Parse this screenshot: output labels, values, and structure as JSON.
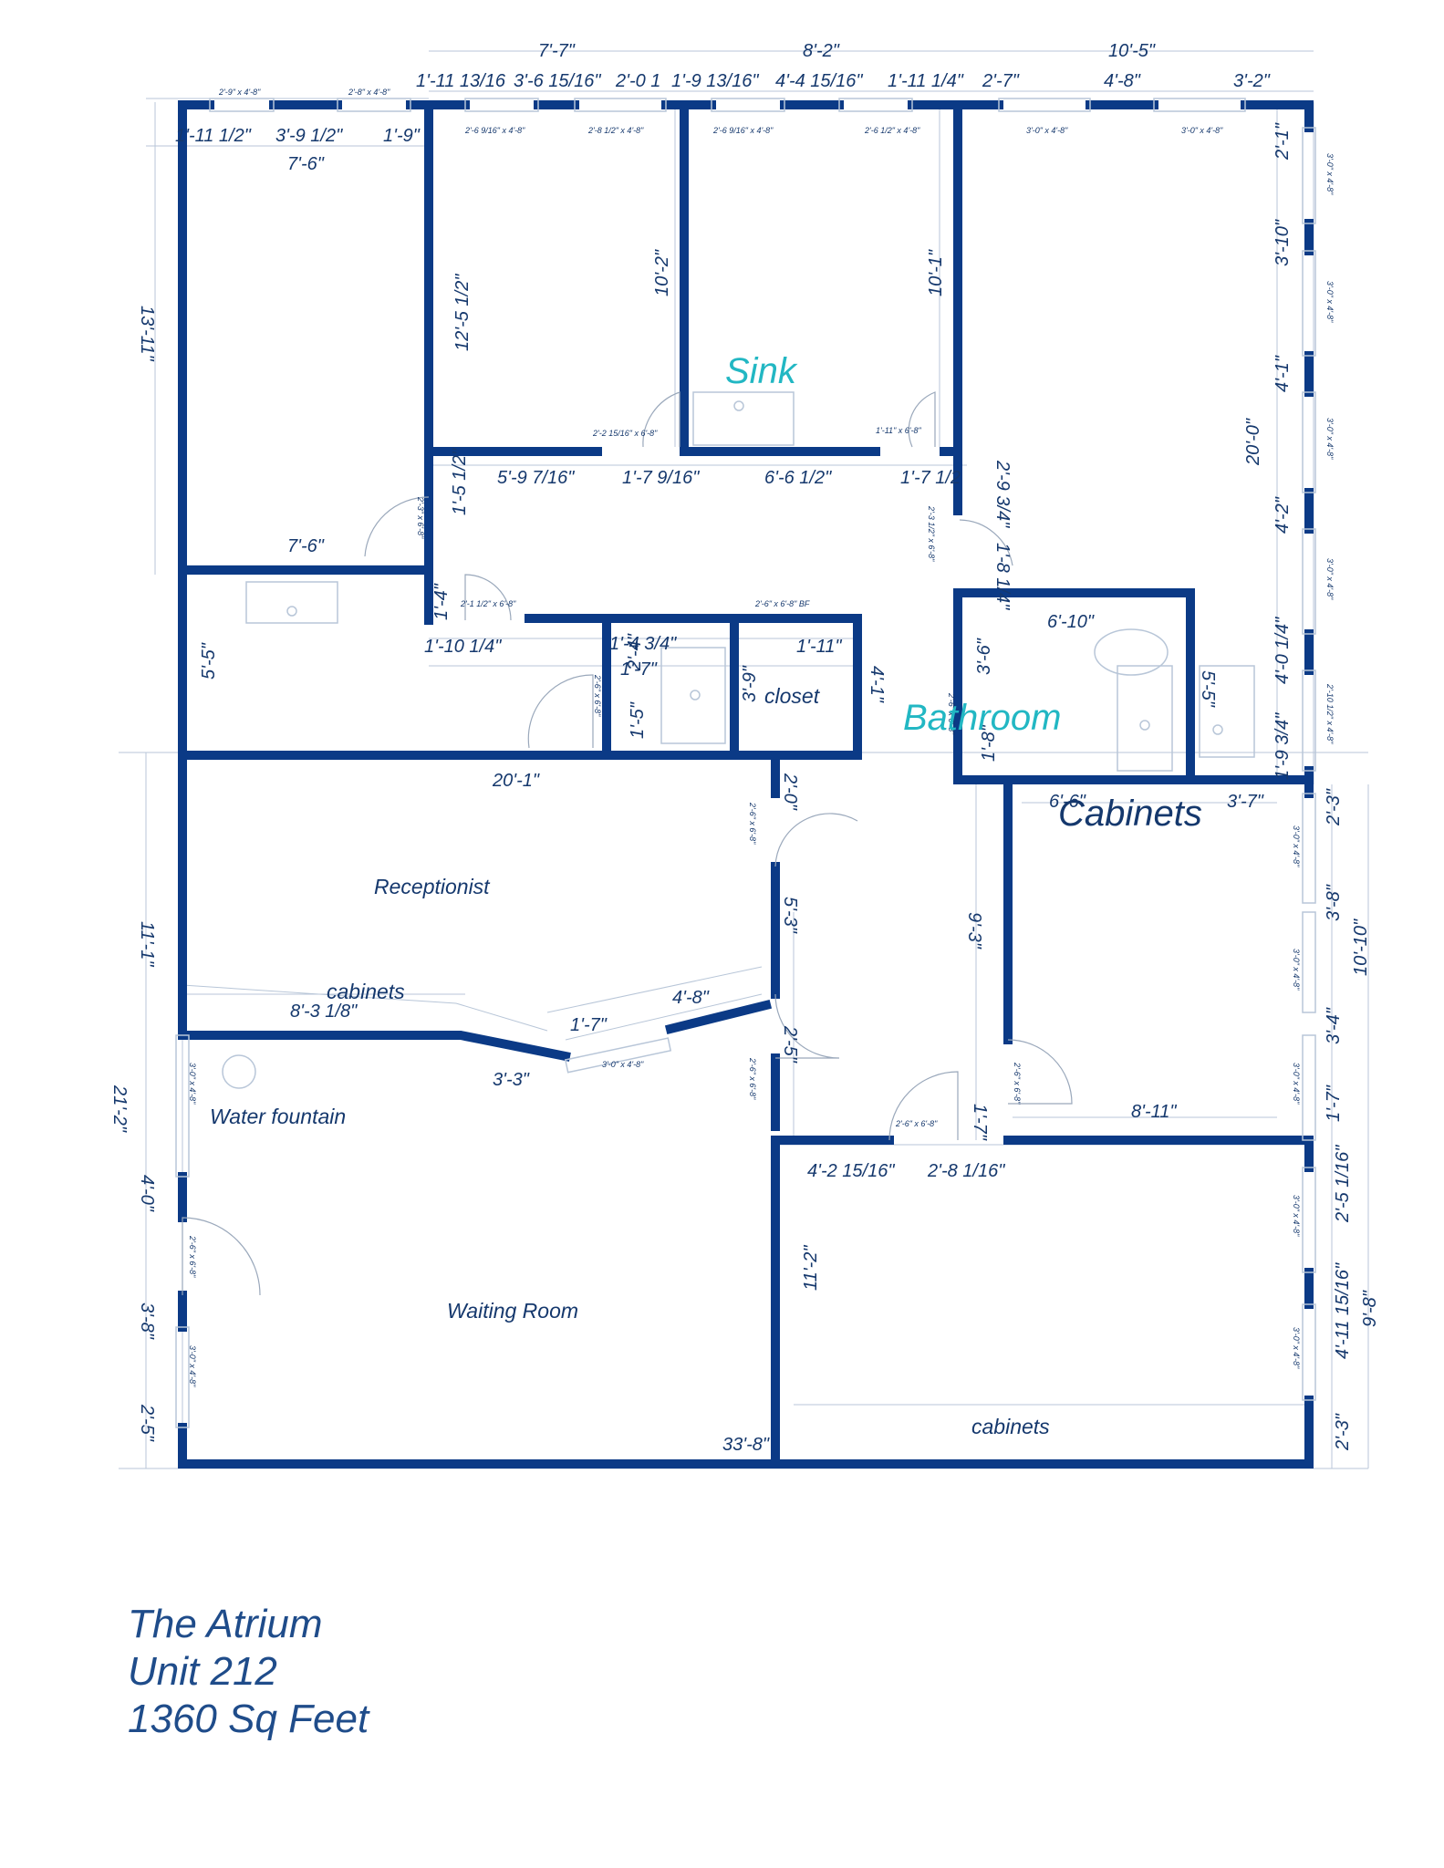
{
  "title_block": {
    "line1": "The Atrium",
    "line2": "Unit 212",
    "line3": "1360 Sq Feet"
  },
  "room_labels": {
    "sink": "Sink",
    "bathroom": "Bathroom",
    "cabinets_large": "Cabinets",
    "receptionist": "Receptionist",
    "cabinets_reception": "cabinets",
    "water_fountain": "Water fountain",
    "waiting_room": "Waiting Room",
    "closet": "closet",
    "cabinets_bottom": "cabinets"
  },
  "dimensions": {
    "top_overall": [
      "7'-7\"",
      "8'-2\"",
      "10'-5\""
    ],
    "top_row": [
      "1'-11 13/16",
      "3'-6 15/16\"",
      "2'-0 1",
      "1'-9 13/16\"",
      "4'-4 15/16\"",
      "1'-11 1/4\"",
      "2'-7\"",
      "4'-8\"",
      "3'-2\""
    ],
    "top_left": [
      "1'-11 1/2\"",
      "3'-9 1/2\"",
      "1'-9\""
    ],
    "room1_width": "7'-6\"",
    "room1_height": "13'-11\"",
    "room2_height": "12'-5 1/2\"",
    "room2_right": "10'-2\"",
    "room3_right": "10'-1\"",
    "right_wall_total": "20'-0\"",
    "right_segments": [
      "2'-1\"",
      "3'-10\"",
      "4'-1\"",
      "4'-2\"",
      "4'-0 1/4\"",
      "1'-9 3/4\""
    ],
    "hall_row": [
      "5'-9 7/16\"",
      "1'-7 9/16\"",
      "6'-6 1/2\"",
      "1'-7 1/2"
    ],
    "hall_vertical": [
      "2'-9 3/4\"",
      "1'-8 1/4\""
    ],
    "room1_lower_width": "7'-6\"",
    "small_vertical": [
      "1'-5 1/2\"",
      "1'-4\""
    ],
    "toilet_room_width": "1'-10 1/4\"",
    "toilet_room_height": "5'-5\"",
    "closet_dims": [
      "1'-11\"",
      "3'-9\"",
      "4'-1\""
    ],
    "small_bath": [
      "1'-4 3/4\"",
      "1'-7\"",
      "2'-4\"",
      "1'-5\""
    ],
    "bath_dims": [
      "6'-10\"",
      "3'-6\"",
      "5'-5\"",
      "1'-8\""
    ],
    "cab_room": [
      "6'-6\"",
      "3'-7\"",
      "9'-3\"",
      "8'-11\"",
      "1'-7\""
    ],
    "right_lower": [
      "2'-3\"",
      "3'-8\"",
      "10'-10\"",
      "3'-4\"",
      "1'-7\""
    ],
    "reception_width": "20'-1\"",
    "reception_door": "2'-0\"",
    "reception_right": "5'-3\"",
    "reception_height": "11'-1\"",
    "cabinets_dim": "8'-3 1/8\"",
    "diag_dims": [
      "1'-7\"",
      "4'-8\"",
      "3'-3\""
    ],
    "waiting_side": "2'-5\"",
    "left_total": "21'-2\"",
    "left_segments": [
      "4'-0\"",
      "3'-8\"",
      "2'-5\""
    ],
    "bottom_total": "33'-8\"",
    "lower_room": [
      "4'-2 15/16\"",
      "2'-8 1/16\"",
      "11'-2\""
    ],
    "right_bottom": [
      "2'-5 1/16\"",
      "4'-11 15/16\"",
      "2'-3\"",
      "9'-8\""
    ]
  },
  "windows": {
    "w1": "2'-9\" x 4'-8\"",
    "w2": "2'-8\" x 4'-8\"",
    "w3": "2'-6 9/16\" x 4'-8\"",
    "w4": "2'-8 1/2\" x 4'-8\"",
    "w5": "2'-6 9/16\" x 4'-8\"",
    "w6": "2'-6 1/2\" x 4'-8\"",
    "w7": "3'-0\" x 4'-8\"",
    "w8": "3'-0\" x 4'-8\"",
    "rw": "3'-0\" x 4'-8\"",
    "rw_last": "2'-10 1/2\" x 4'-8\"",
    "lw": "3'-0\" x 4'-8\"",
    "diag_w": "3'-0\" x 4'-8\""
  },
  "doors": {
    "d1": "2'-2 15/16\" x 6'-8\"",
    "d2": "1'-11\" x 6'-8\"",
    "d3": "2'-3\" x 6'-8\"",
    "d4": "2'-3 1/2\" x 6'-8\"",
    "d5": "2'-1 1/2\" x 6'-8\"",
    "d6": "2'-6\" x 6'-8\" BF",
    "d7": "2'-6\" x 6'-8\"",
    "d8": "2'-6\" x 6'-8\"",
    "d9": "2'-6\" x 6'-8\"",
    "d10": "2'-6\" x 6'-8\"",
    "d11": "2'-6\" x 6'-8\"",
    "d12": "2'-6\" x 6'-8\""
  }
}
